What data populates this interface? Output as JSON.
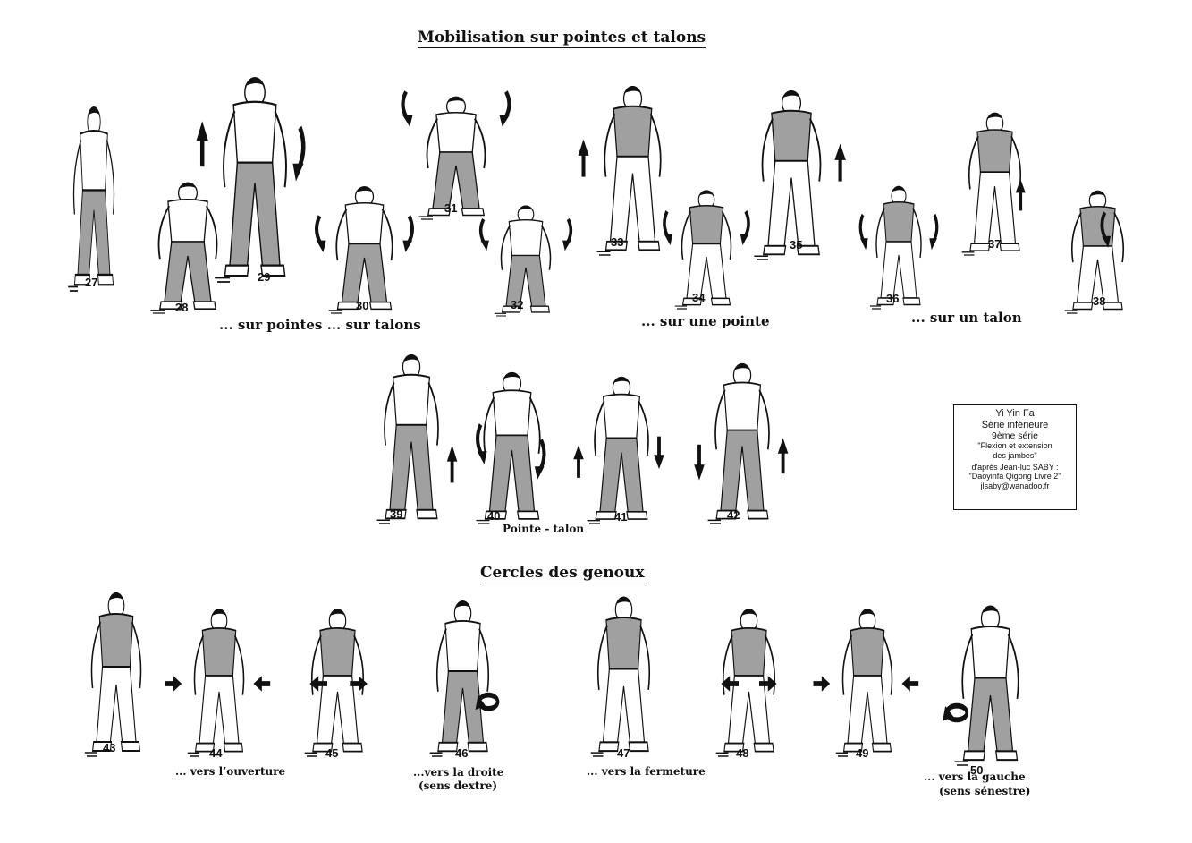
{
  "headings": {
    "top": "Mobilisation sur pointes et talons",
    "bottom": "Cercles des genoux"
  },
  "captions": {
    "pointes_talons": "... sur pointes ... sur talons",
    "une_pointe": "... sur une pointe",
    "un_talon": "... sur un talon",
    "pointe_talon": "Pointe - talon",
    "ouverture": "... vers l’ouverture",
    "droite": "...vers la droite",
    "droite_sub": "(sens dextre)",
    "fermeture": "... vers la fermeture",
    "gauche": "... vers la gauche",
    "gauche_sub": "(sens sénestre)"
  },
  "infobox": {
    "line1": "Yi Yin Fa",
    "line2": "Série inférieure",
    "line3": "9ème série",
    "line4": "\"Flexion et extension",
    "line5": "des jambes\"",
    "line6": "d'après Jean-luc SABY :",
    "line7": "\"Daoyinfa Qigong Livre 2\"",
    "line8": "jlsaby@wanadoo.fr"
  },
  "figures": [
    {
      "number": "27",
      "pose": "stand-hands-knees",
      "shirt": "white",
      "pants": "gray"
    },
    {
      "number": "28",
      "pose": "bend-forward-arms-wide",
      "shirt": "white",
      "pants": "gray"
    },
    {
      "number": "29",
      "pose": "stand-arms-raised",
      "shirt": "white",
      "pants": "gray"
    },
    {
      "number": "30",
      "pose": "squat-arms-out",
      "shirt": "white",
      "pants": "gray"
    },
    {
      "number": "31",
      "pose": "bend-forward-arms-up",
      "shirt": "white",
      "pants": "gray"
    },
    {
      "number": "32",
      "pose": "bend-forward-arms-down",
      "shirt": "white",
      "pants": "gray"
    },
    {
      "number": "33",
      "pose": "lean-one-leg",
      "shirt": "gray",
      "pants": "white"
    },
    {
      "number": "34",
      "pose": "bend-one-knee",
      "shirt": "gray",
      "pants": "white"
    },
    {
      "number": "35",
      "pose": "lean-one-leg",
      "shirt": "gray",
      "pants": "white"
    },
    {
      "number": "36",
      "pose": "bend-one-knee",
      "shirt": "gray",
      "pants": "white"
    },
    {
      "number": "37",
      "pose": "heel-forward",
      "shirt": "gray",
      "pants": "white"
    },
    {
      "number": "38",
      "pose": "heel-forward-bend",
      "shirt": "gray",
      "pants": "white"
    },
    {
      "number": "39",
      "pose": "pointe-talon",
      "shirt": "white",
      "pants": "gray"
    },
    {
      "number": "40",
      "pose": "pointe-talon",
      "shirt": "white",
      "pants": "gray"
    },
    {
      "number": "41",
      "pose": "pointe-talon",
      "shirt": "white",
      "pants": "gray"
    },
    {
      "number": "42",
      "pose": "pointe-talon",
      "shirt": "white",
      "pants": "gray"
    },
    {
      "number": "43",
      "pose": "knee-circle",
      "shirt": "gray",
      "pants": "white"
    },
    {
      "number": "44",
      "pose": "knee-circle",
      "shirt": "gray",
      "pants": "white"
    },
    {
      "number": "45",
      "pose": "knee-circle",
      "shirt": "gray",
      "pants": "white"
    },
    {
      "number": "46",
      "pose": "knee-circle-rotate",
      "shirt": "white",
      "pants": "gray"
    },
    {
      "number": "47",
      "pose": "knee-circle",
      "shirt": "gray",
      "pants": "white"
    },
    {
      "number": "48",
      "pose": "knee-circle",
      "shirt": "gray",
      "pants": "white"
    },
    {
      "number": "49",
      "pose": "knee-circle",
      "shirt": "gray",
      "pants": "white"
    },
    {
      "number": "50",
      "pose": "knee-circle-rotate",
      "shirt": "white",
      "pants": "gray"
    }
  ],
  "colors": {
    "gray_fill": "#a0a0a0",
    "ink": "#111111",
    "paper": "#ffffff"
  }
}
